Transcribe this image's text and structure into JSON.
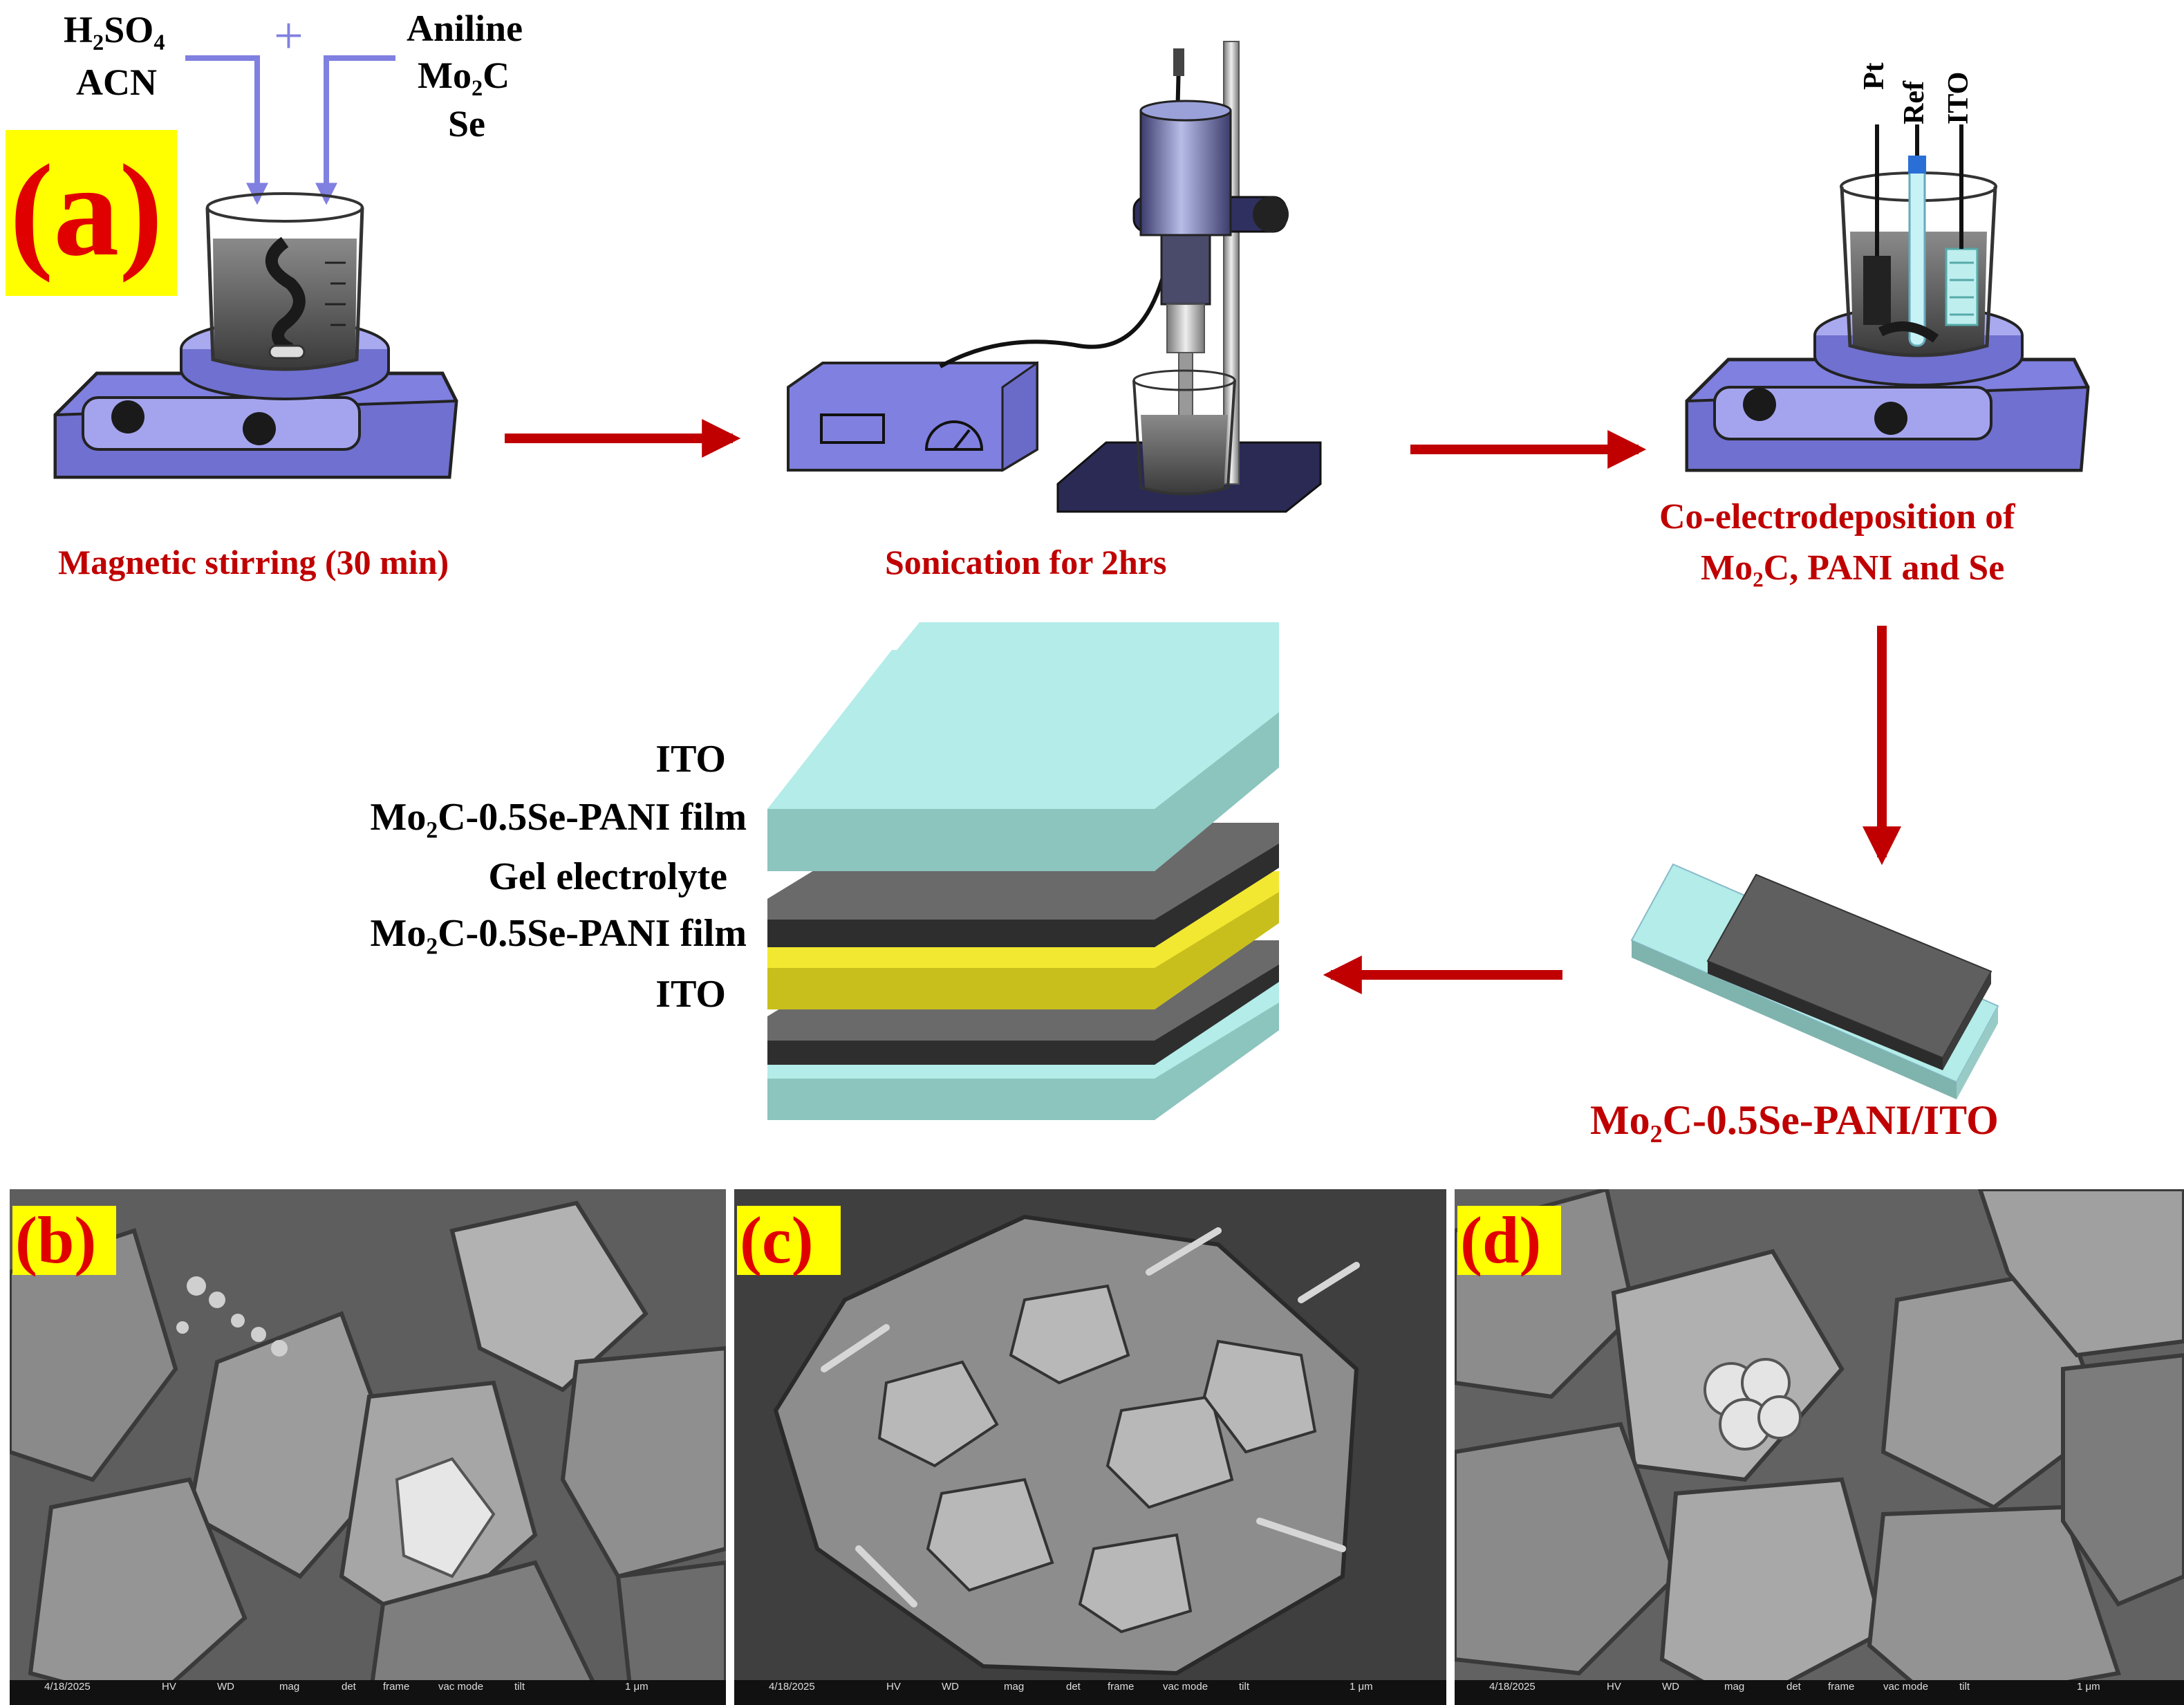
{
  "panel_a": {
    "letter": "(a)",
    "reagents_left": [
      "H₂SO₄",
      "ACN"
    ],
    "plus": "+",
    "reagents_right": [
      "Aniline",
      "Mo₂C",
      "Se"
    ],
    "electrode_labels": [
      "Pt",
      "Ref",
      "ITO"
    ],
    "step1": "Magnetic stirring (30 min)",
    "step2": "Sonication for 2hrs",
    "step3_line1": "Co-electrodeposition of",
    "step3_line2": "Mo₂C, PANI and Se",
    "step4": "Mo₂C-0.5Se-PANI/ITO",
    "stack_layers": [
      "ITO",
      "Mo₂C-0.5Se-PANI film",
      "Gel electrolyte",
      "Mo₂C-0.5Se-PANI film",
      "ITO"
    ]
  },
  "sem_panels": [
    {
      "letter": "(b)",
      "date": "4/18/2025",
      "hv": "HV",
      "wd": "WD",
      "mag": "mag",
      "det": "det",
      "frame": "frame",
      "vac": "vac mode",
      "tilt": "tilt",
      "scale": "1 μm"
    },
    {
      "letter": "(c)",
      "date": "4/18/2025",
      "hv": "HV",
      "wd": "WD",
      "mag": "mag",
      "det": "det",
      "frame": "frame",
      "vac": "vac mode",
      "tilt": "tilt",
      "scale": "1 μm"
    },
    {
      "letter": "(d)",
      "date": "4/18/2025",
      "hv": "HV",
      "wd": "WD",
      "mag": "mag",
      "det": "det",
      "frame": "frame",
      "vac": "vac mode",
      "tilt": "tilt",
      "scale": "1 μm"
    }
  ],
  "colors": {
    "arrow": "#c00000",
    "equipment": "#8080e0",
    "ito": "#b3ece8",
    "film": "#5f5f5f",
    "gel": "#f2e831",
    "panel_letter": "#e00000",
    "panel_letter_bg": "#ffff00"
  }
}
